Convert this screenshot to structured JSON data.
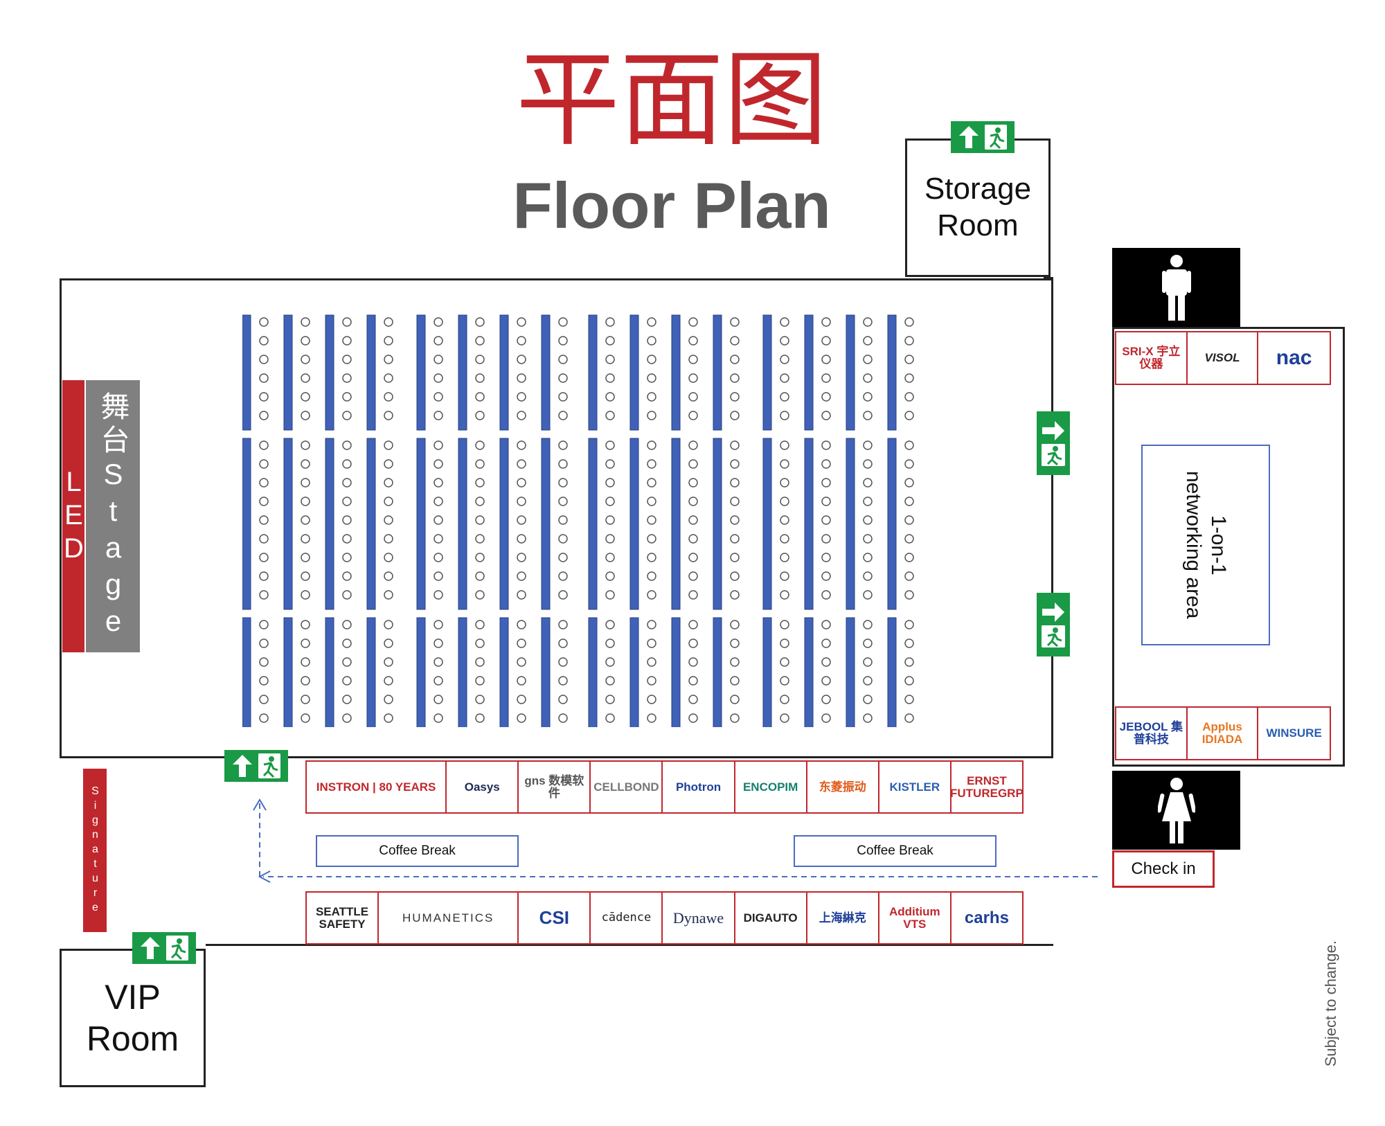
{
  "title": {
    "chinese": "平面图",
    "english": "Floor Plan"
  },
  "rooms": {
    "storage": "Storage\nRoom",
    "vip": "VIP\nRoom"
  },
  "stage": {
    "led": "LED",
    "stage_label": "舞台Stage"
  },
  "signature": "Signature",
  "networking": "1-on-1\nnetworking area",
  "check_in": "Check in",
  "coffee_break": {
    "left": "Coffee Break",
    "right": "Coffee Break"
  },
  "note": "Subject to change.",
  "colors": {
    "red": "#c0272d",
    "gray_stage": "#808080",
    "exit_green": "#1a9a46",
    "table_blue": "#3f62b8",
    "line_blue": "#4a6bbf"
  },
  "icons": {
    "exit": "emergency-exit-icon",
    "men": "men-restroom-icon",
    "women": "women-restroom-icon"
  },
  "booths_top": [
    "INSTRON | 80 YEARS",
    "Oasys",
    "gns 数模软件",
    "CELLBOND",
    "Photron",
    "ENCOPIM",
    "东菱振动",
    "KISTLER",
    "ERNST FUTUREGRP"
  ],
  "booths_bottom": [
    "SEATTLE SAFETY",
    "HUMANETICS",
    "CSI",
    "cādence",
    "Dynawe",
    "DIGAUTO",
    "上海綝克",
    "Additium VTS",
    "carhs"
  ],
  "sponsors_top": [
    "SRI-X 宇立仪器",
    "VISOL",
    "nac"
  ],
  "sponsors_bottom": [
    "JEBOOL 集普科技",
    "Applus IDIADA",
    "WINSURE"
  ]
}
